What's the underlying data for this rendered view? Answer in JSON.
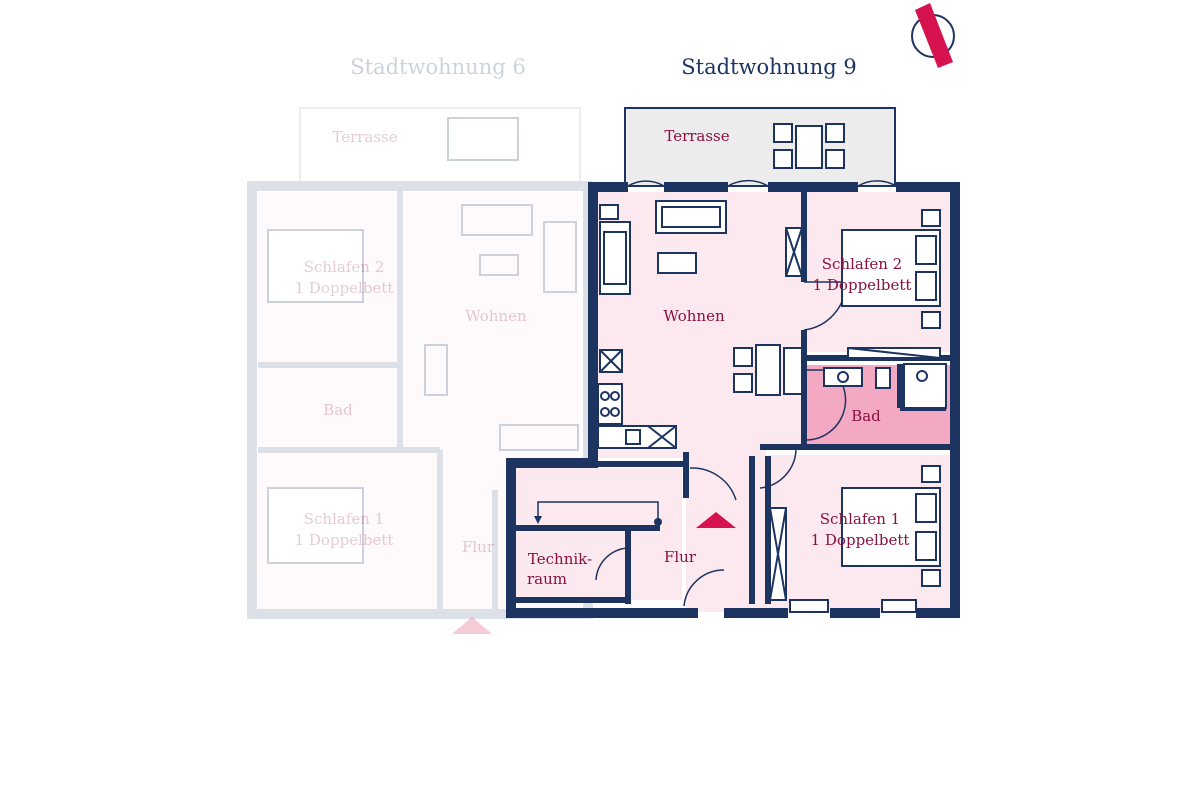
{
  "colors": {
    "wall": "#1d3461",
    "room_fill": "#fce8ef",
    "bath_fill": "#f4a9c3",
    "terrace_fill": "#ececec",
    "label": "#8a1140",
    "accent": "#d6124f",
    "furniture": "#1d3461"
  },
  "compass": {
    "icon": "north-arrow-icon"
  },
  "left_unit": {
    "title": "Stadtwohnung 6",
    "rooms": {
      "terrace": "Terrasse",
      "bedroom2": [
        "Schlafen 2",
        "1 Doppelbett"
      ],
      "living": "Wohnen",
      "bath": "Bad",
      "bedroom1": [
        "Schlafen 1",
        "1 Doppelbett"
      ],
      "hall": "Flur"
    }
  },
  "right_unit": {
    "title": "Stadtwohnung 9",
    "rooms": {
      "terrace": "Terrasse",
      "living": "Wohnen",
      "bedroom2": [
        "Schlafen 2",
        "1 Doppelbett"
      ],
      "bath": "Bad",
      "technical": [
        "Technik-",
        "raum"
      ],
      "hall": "Flur",
      "bedroom1": [
        "Schlafen 1",
        "1 Doppelbett"
      ]
    }
  }
}
